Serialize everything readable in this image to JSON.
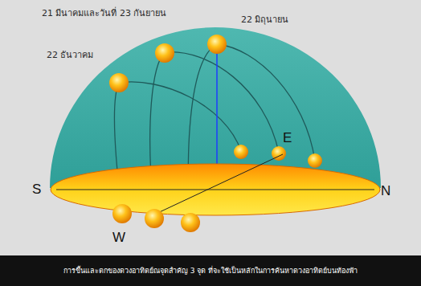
{
  "diagram": {
    "caption": "การขึ้นและตกของดวงอาทิตย์ณจุดสำคัญ 3 จุด ที่จะใช้เป็นหลักในการค้นหาดวงอาทิตย์บนท้องฟ้า",
    "labels": [
      "21 มีนาคมและวันที่ 23  กันยายน",
      "22 มิถุนายน",
      "22 ธันวาคม",
      "E",
      "S",
      "N",
      "W"
    ]
  }
}
